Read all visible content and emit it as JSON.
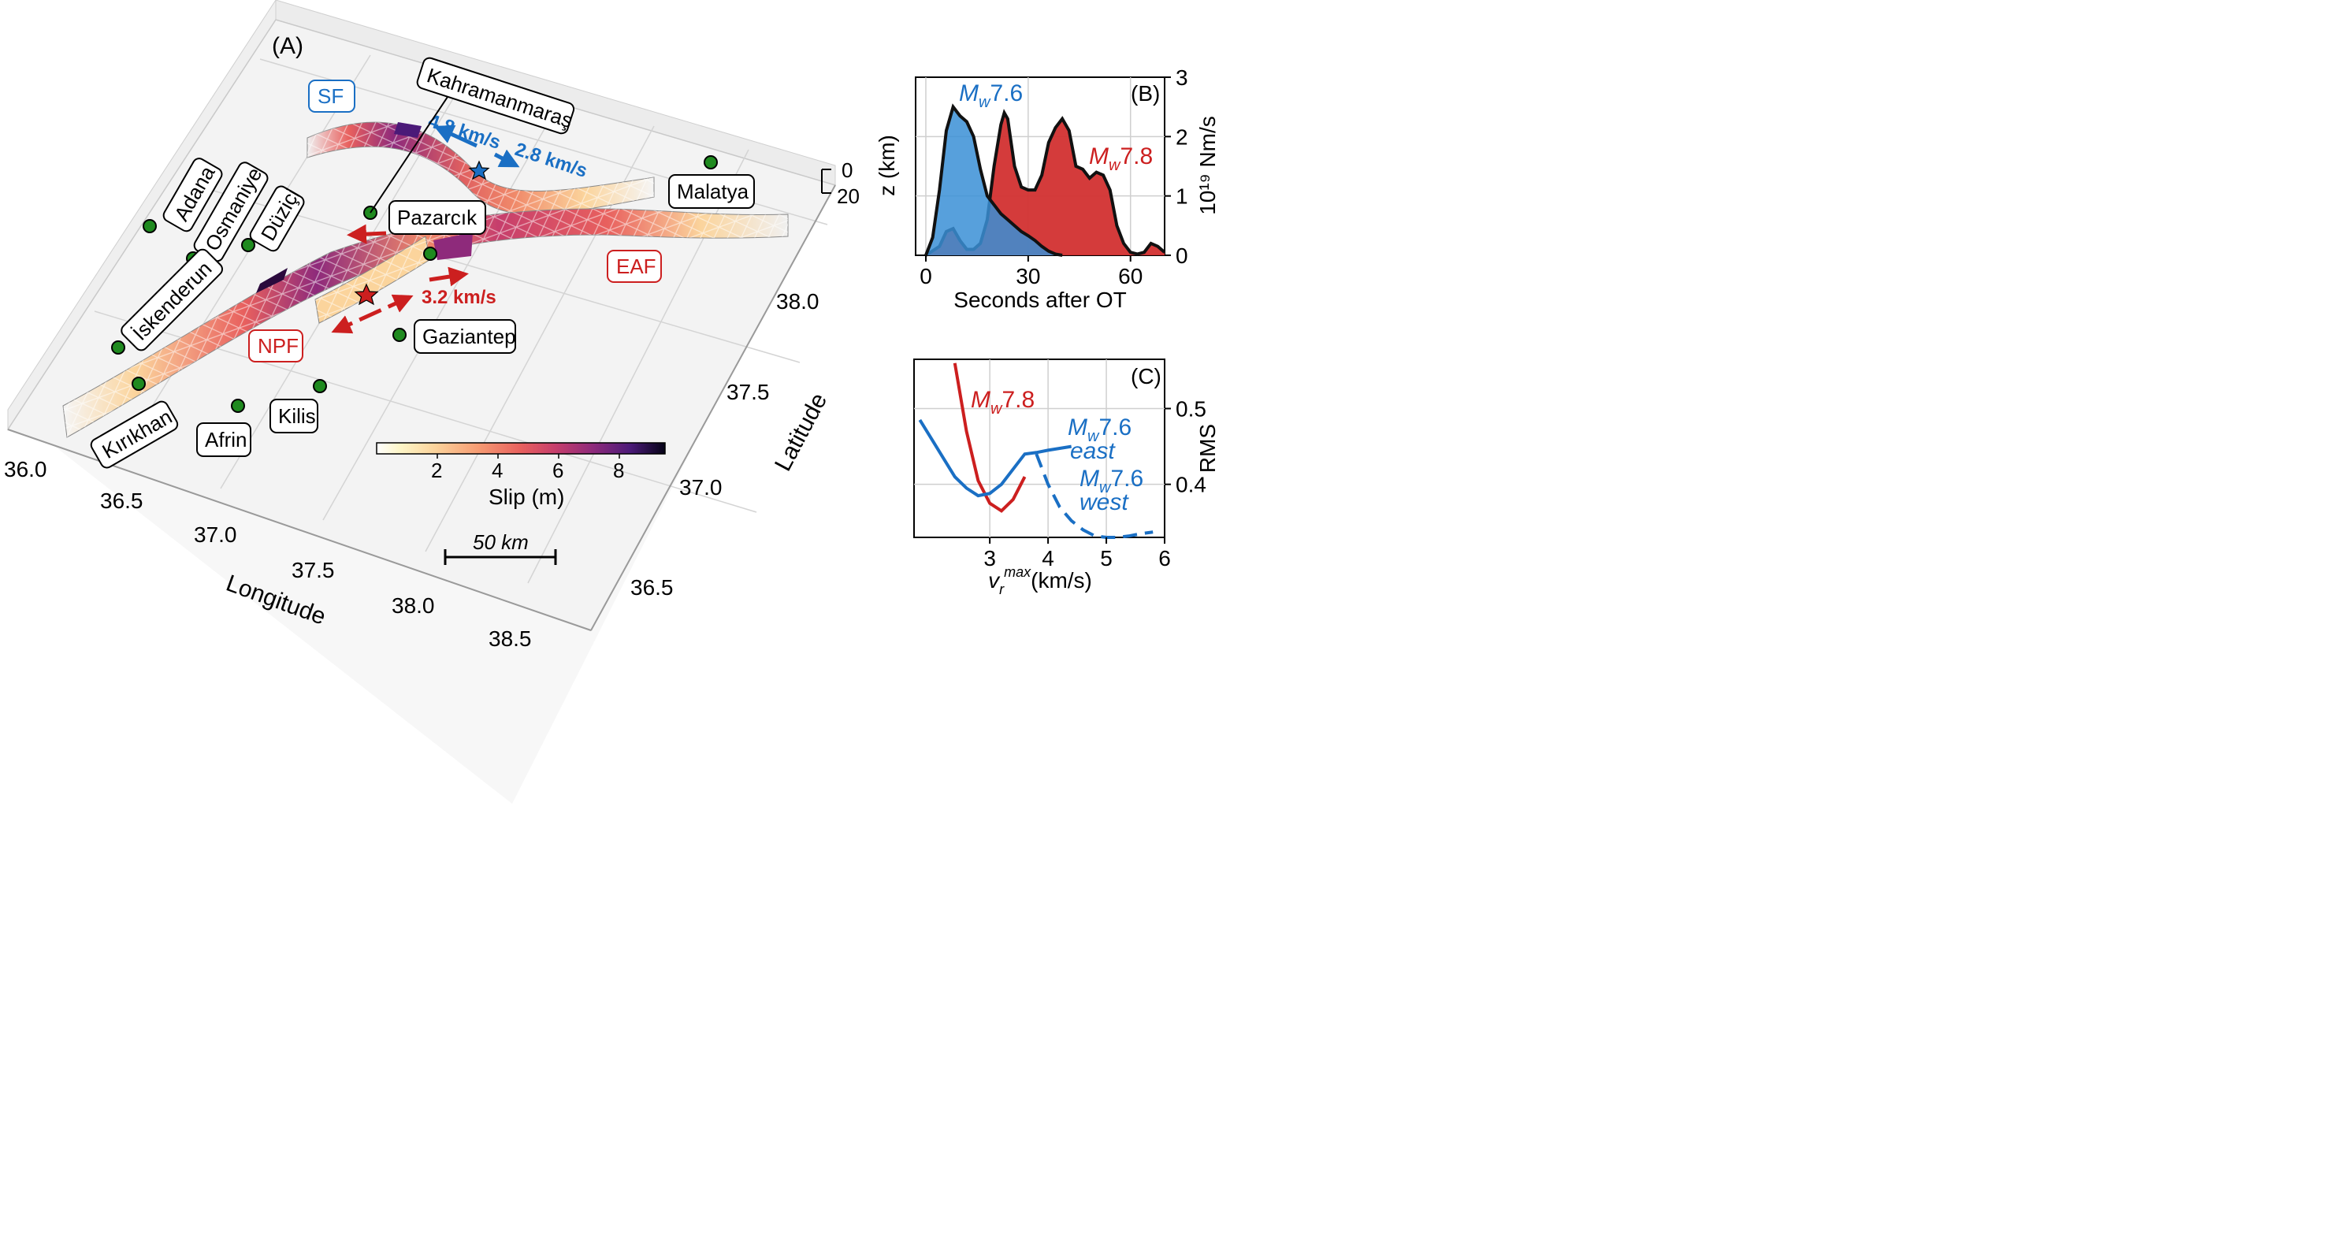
{
  "panel_a": {
    "label": "(A)",
    "faults": [
      {
        "name": "SF",
        "color": "#1a6fc4"
      },
      {
        "name": "EAF",
        "color": "#cc1f1f"
      },
      {
        "name": "NPF",
        "color": "#cc1f1f"
      }
    ],
    "cities": [
      {
        "name": "Kahramanmaraş"
      },
      {
        "name": "Adana"
      },
      {
        "name": "Osmaniye"
      },
      {
        "name": "Düziçi"
      },
      {
        "name": "Pazarcık"
      },
      {
        "name": "Malatya"
      },
      {
        "name": "İskenderun"
      },
      {
        "name": "Gaziantep"
      },
      {
        "name": "Kilis"
      },
      {
        "name": "Afrin"
      },
      {
        "name": "Kırıkhan"
      }
    ],
    "rupture_speeds": {
      "sf_west": "4.8 km/s",
      "sf_east": "2.8 km/s",
      "npf": "3.2 km/s"
    },
    "longitude_axis": {
      "label": "Longitude",
      "ticks": [
        "36.0",
        "36.5",
        "37.0",
        "37.5",
        "38.0",
        "38.5"
      ]
    },
    "latitude_axis": {
      "label": "Latitude",
      "ticks": [
        "38.0",
        "37.5",
        "37.0",
        "36.5"
      ]
    },
    "depth_axis": {
      "ticks": [
        "0",
        "20"
      ]
    },
    "colorbar": {
      "label": "Slip (m)",
      "ticks": [
        "2",
        "4",
        "6",
        "8"
      ],
      "cmap": "magma_r",
      "range": [
        0,
        9.5
      ]
    },
    "scalebar": {
      "label": "50 km"
    }
  },
  "panel_b": {
    "label": "(B)",
    "title_left": "z (km)",
    "ylabel_right": "10¹⁹ Nm/s",
    "xlabel": "Seconds after OT",
    "xticks": [
      "0",
      "30",
      "60"
    ],
    "yticks_right": [
      "0",
      "1",
      "2",
      "3"
    ],
    "series_labels": {
      "mw76": "Mw7.6",
      "mw78": "Mw7.8"
    },
    "colors": {
      "mw76": "#3a8fd6",
      "mw78": "#d23030"
    }
  },
  "panel_c": {
    "label": "(C)",
    "ylabel": "RMS",
    "xlabel": "vr max (km/s)",
    "xticks": [
      "3",
      "4",
      "5",
      "6"
    ],
    "yticks": [
      "0.4",
      "0.5"
    ],
    "series_labels": {
      "mw78": "Mw7.8",
      "mw76_east": "Mw7.6 east",
      "mw76_west": "Mw7.6 west"
    }
  },
  "chart_data": [
    {
      "type": "area",
      "panel": "B",
      "xlabel": "Seconds after OT",
      "ylabel": "10¹⁹ Nm/s",
      "xlim": [
        -3,
        70
      ],
      "ylim": [
        0,
        3
      ],
      "series": [
        {
          "name": "Mw7.6",
          "x": [
            0,
            2,
            4,
            6,
            8,
            10,
            12,
            14,
            16,
            18,
            20,
            22,
            24,
            26,
            28,
            30,
            32,
            34,
            36,
            38,
            40
          ],
          "values": [
            0.0,
            0.3,
            1.1,
            2.1,
            2.5,
            2.35,
            2.25,
            2.0,
            1.45,
            1.0,
            0.85,
            0.7,
            0.6,
            0.5,
            0.4,
            0.33,
            0.25,
            0.15,
            0.07,
            0.02,
            0.0
          ]
        },
        {
          "name": "Mw7.8",
          "x": [
            0,
            4,
            6,
            8,
            10,
            12,
            14,
            16,
            18,
            20,
            22,
            23,
            24,
            26,
            28,
            30,
            32,
            34,
            36,
            38,
            40,
            42,
            44,
            46,
            48,
            50,
            52,
            54,
            56,
            58,
            60,
            62,
            64,
            66,
            68,
            70
          ],
          "values": [
            0.0,
            0.15,
            0.4,
            0.45,
            0.25,
            0.1,
            0.1,
            0.2,
            0.6,
            1.5,
            2.2,
            2.4,
            2.3,
            1.5,
            1.15,
            1.1,
            1.1,
            1.35,
            1.9,
            2.15,
            2.3,
            2.1,
            1.5,
            1.45,
            1.3,
            1.4,
            1.35,
            1.1,
            0.5,
            0.2,
            0.05,
            0.02,
            0.05,
            0.2,
            0.15,
            0.05
          ]
        }
      ]
    },
    {
      "type": "line",
      "panel": "C",
      "xlabel": "vr max (km/s)",
      "ylabel": "RMS",
      "xlim": [
        1.7,
        6.0
      ],
      "ylim": [
        0.33,
        0.565
      ],
      "series": [
        {
          "name": "Mw7.8",
          "x": [
            2.4,
            2.6,
            2.8,
            3.0,
            3.2,
            3.4,
            3.6
          ],
          "values": [
            0.56,
            0.47,
            0.405,
            0.375,
            0.365,
            0.38,
            0.41
          ]
        },
        {
          "name": "Mw7.6 east",
          "x": [
            1.8,
            2.0,
            2.2,
            2.4,
            2.6,
            2.8,
            3.0,
            3.2,
            3.4,
            3.6,
            3.8,
            4.0,
            4.4
          ],
          "values": [
            0.485,
            0.46,
            0.435,
            0.41,
            0.395,
            0.385,
            0.388,
            0.4,
            0.42,
            0.44,
            0.442,
            0.445,
            0.45
          ]
        },
        {
          "name": "Mw7.6 west",
          "x": [
            3.8,
            4.0,
            4.2,
            4.4,
            4.6,
            4.8,
            5.0,
            5.2,
            5.4,
            5.6,
            5.8
          ],
          "values": [
            0.44,
            0.4,
            0.37,
            0.352,
            0.34,
            0.332,
            0.33,
            0.33,
            0.332,
            0.335,
            0.337
          ]
        }
      ]
    }
  ]
}
